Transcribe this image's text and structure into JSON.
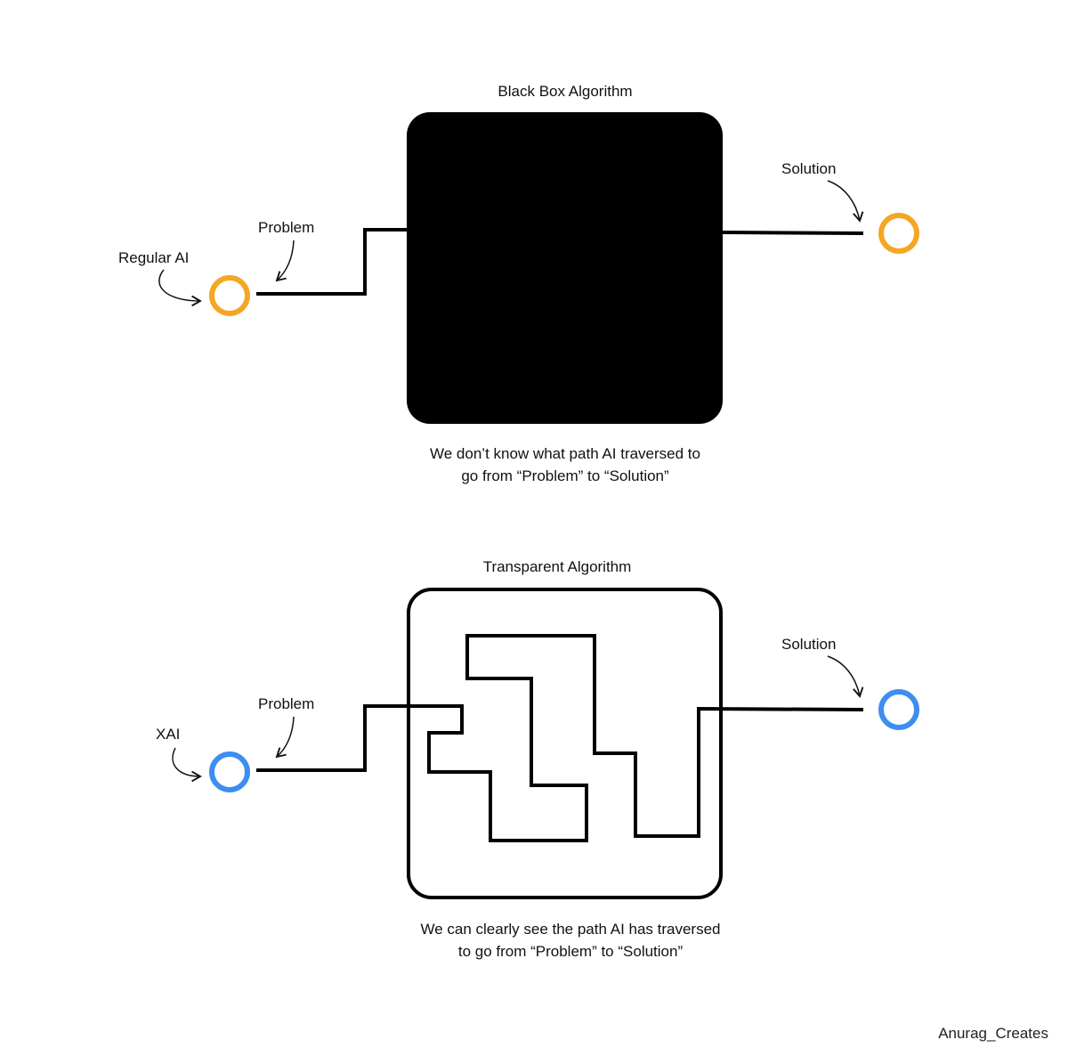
{
  "colors": {
    "regular_node": "#F5A623",
    "xai_node": "#3D8EF0",
    "ink": "#000000",
    "background": "#FFFFFF"
  },
  "top": {
    "box_title": "Black Box Algorithm",
    "input_label": "Regular AI",
    "problem_label": "Problem",
    "solution_label": "Solution",
    "caption_line1": "We don’t know what path AI traversed to",
    "caption_line2": "go from “Problem” to “Solution”"
  },
  "bottom": {
    "box_title": "Transparent Algorithm",
    "input_label": "XAI",
    "problem_label": "Problem",
    "solution_label": "Solution",
    "caption_line1": "We can clearly see the path AI has traversed",
    "caption_line2": "to go from “Problem” to “Solution”"
  },
  "watermark": "Anurag_Creates"
}
